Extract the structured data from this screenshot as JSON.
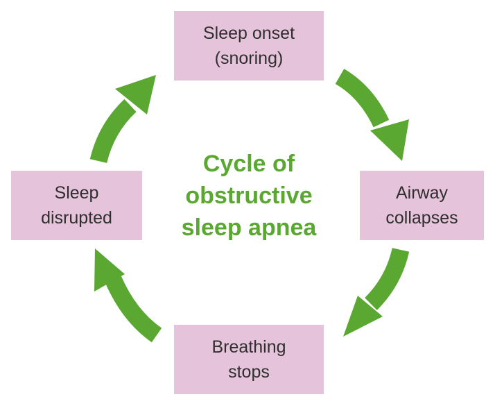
{
  "title": {
    "lines": [
      "Cycle of",
      "obstructive",
      "sleep apnea"
    ]
  },
  "stages": {
    "top": {
      "lines": [
        "Sleep onset",
        "(snoring)"
      ]
    },
    "right": {
      "lines": [
        "Airway",
        "collapses"
      ]
    },
    "bottom": {
      "lines": [
        "Breathing",
        "stops"
      ]
    },
    "left": {
      "lines": [
        "Sleep",
        "disrupted"
      ]
    }
  },
  "colors": {
    "arrow": "#5aa832",
    "box": "#e5c3da",
    "title": "#5aa832",
    "text": "#2f2f2f"
  }
}
